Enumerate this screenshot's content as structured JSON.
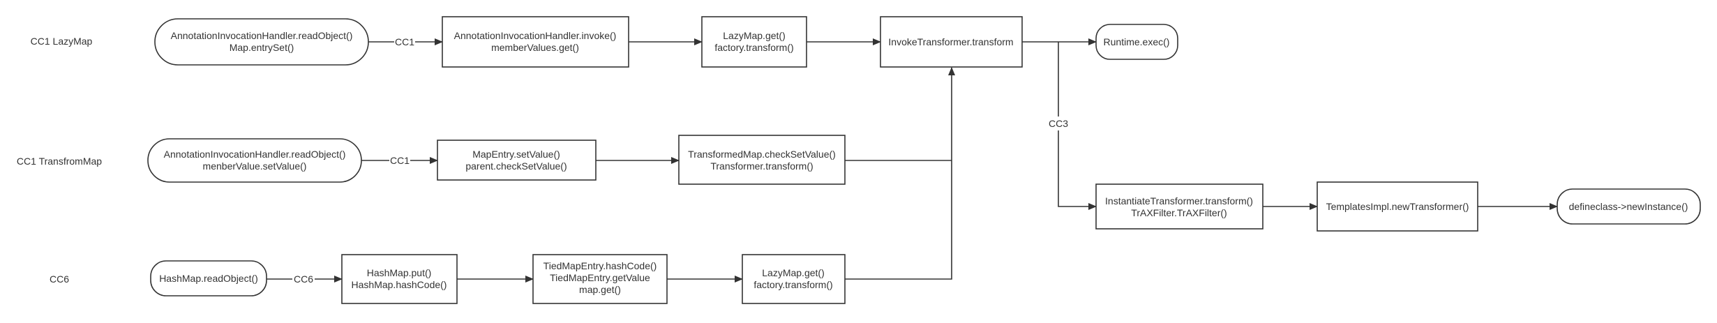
{
  "row_labels": {
    "cc1_lazymap": "CC1 LazyMap",
    "cc1_transfrommap": "CC1 TransfromMap",
    "cc6": "CC6"
  },
  "nodes": {
    "n1": [
      "AnnotationInvocationHandler.readObject()",
      "Map.entrySet()"
    ],
    "n2": [
      "AnnotationInvocationHandler.invoke()",
      "memberValues.get()"
    ],
    "n3": [
      "LazyMap.get()",
      "factory.transform()"
    ],
    "n4": [
      "InvokeTransformer.transform"
    ],
    "n5": [
      "Runtime.exec()"
    ],
    "n6": [
      "AnnotationInvocationHandler.readObject()",
      "menberValue.setValue()"
    ],
    "n7": [
      "MapEntry.setValue()",
      "parent.checkSetValue()"
    ],
    "n8": [
      "TransformedMap.checkSetValue()",
      "Transformer.transform()"
    ],
    "n9": [
      "HashMap.readObject()"
    ],
    "n10": [
      "HashMap.put()",
      "HashMap.hashCode()"
    ],
    "n11": [
      "TiedMapEntry.hashCode()",
      "TiedMapEntry.getValue",
      "map.get()"
    ],
    "n12": [
      "LazyMap.get()",
      "factory.transform()"
    ],
    "n13": [
      "InstantiateTransformer.transform()",
      "TrAXFilter.TrAXFilter()"
    ],
    "n14": [
      "TemplatesImpl.newTransformer()"
    ],
    "n15": [
      "defineclass->newInstance()"
    ]
  },
  "edge_labels": {
    "cc1_top": "CC1",
    "cc1_mid": "CC1",
    "cc6": "CC6",
    "cc3": "CC3"
  },
  "colors": {
    "stroke": "#333333",
    "text": "#333333",
    "background": "#ffffff"
  }
}
